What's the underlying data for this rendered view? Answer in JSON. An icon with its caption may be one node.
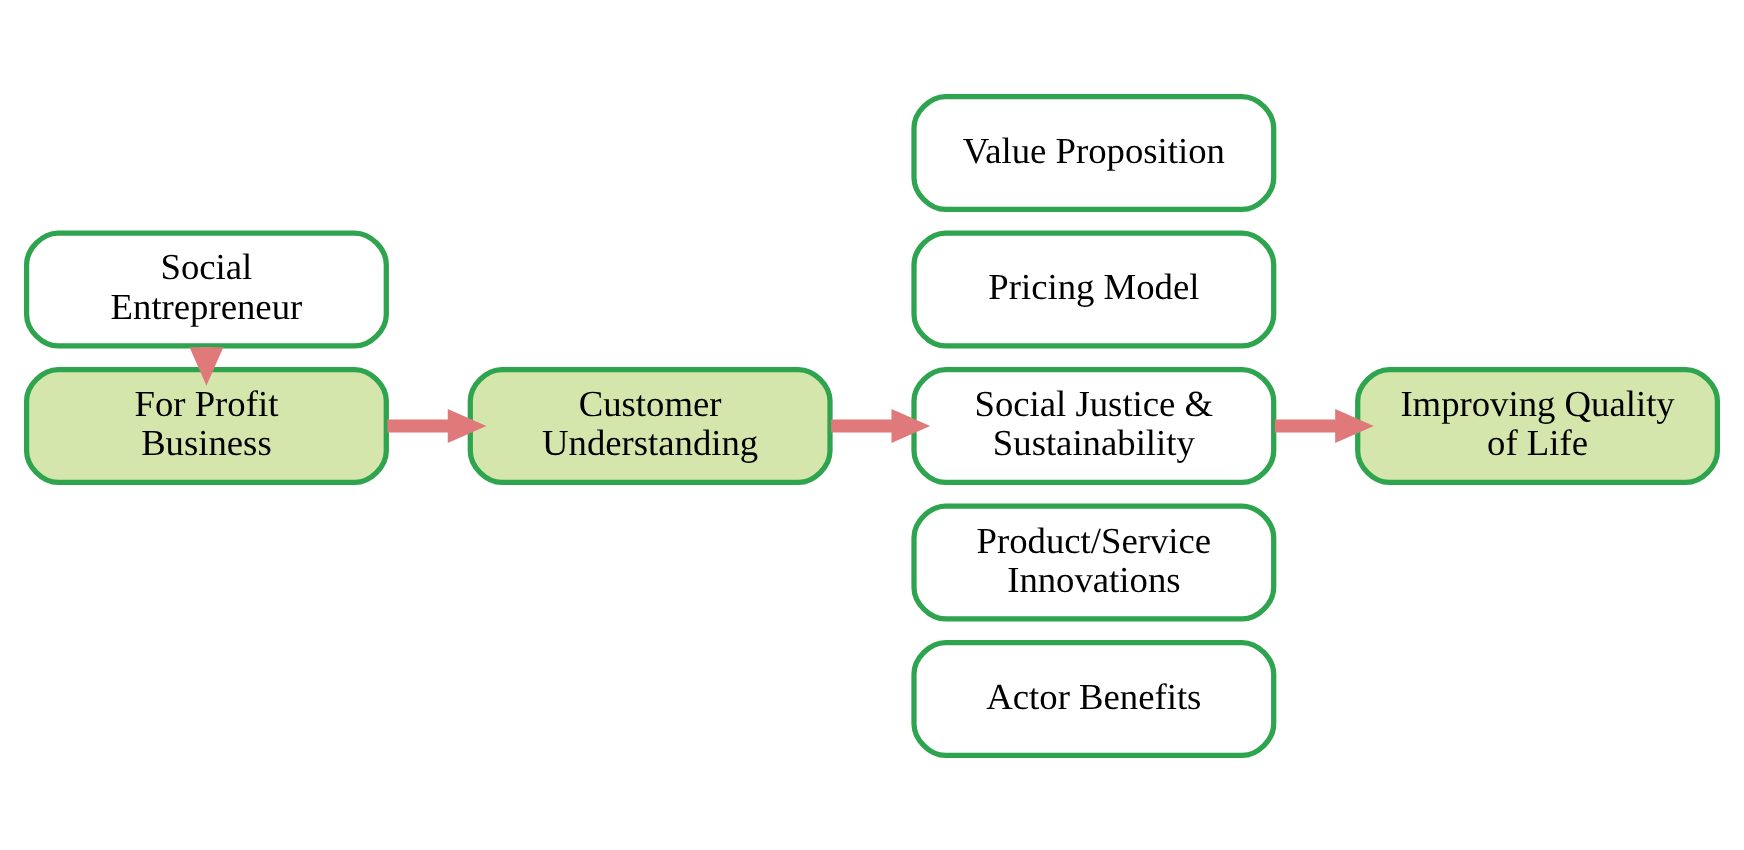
{
  "diagram": {
    "nodes": [
      {
        "text": [
          "Social Entrepreneur"
        ]
      },
      {
        "text": [
          "For Profit Business"
        ]
      },
      {
        "text": [
          "Customer Understanding"
        ]
      },
      {
        "text": [
          "Value Proposition"
        ]
      },
      {
        "text": [
          "Pricing Model"
        ]
      },
      {
        "text": [
          "Social Justice & Sustainability"
        ]
      },
      {
        "text": [
          "Product/Service Innovations"
        ]
      },
      {
        "text": [
          "Actor Benefits"
        ]
      },
      {
        "text": [
          "Improving Quality of Life"
        ]
      }
    ],
    "edges": [
      {
        "from": 0,
        "to": 1,
        "arrow": "to"
      },
      {
        "from": 1,
        "to": 2,
        "arrow": "to"
      },
      {
        "from": 2,
        "to": 5,
        "arrow": "to"
      },
      {
        "from": 5,
        "to": 8,
        "arrow": "to"
      }
    ]
  }
}
